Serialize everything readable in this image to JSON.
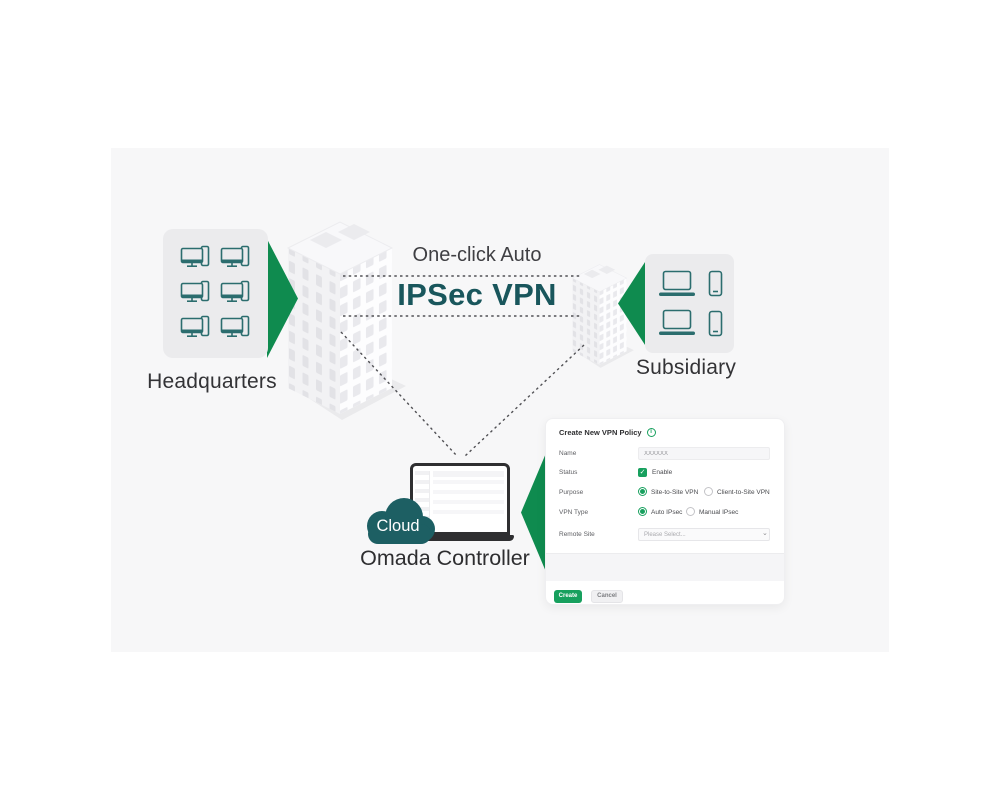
{
  "colors": {
    "brand_green": "#0f8b4f",
    "accent_green": "#17a05e",
    "teal": "#19565c",
    "canvas_bg": "#f7f7f8"
  },
  "diagram": {
    "headquarters": {
      "label": "Headquarters"
    },
    "subsidiary": {
      "label": "Subsidiary"
    },
    "link": {
      "title": "One-click Auto",
      "subtitle": "IPSec VPN"
    },
    "controller": {
      "badge": "Cloud",
      "label": "Omada Controller"
    }
  },
  "form": {
    "title": "Create New VPN Policy",
    "fields": [
      {
        "label": "Name",
        "type": "input",
        "value": "XXXXXX"
      },
      {
        "label": "Status",
        "type": "checkbox",
        "option": "Enable",
        "checked": true
      },
      {
        "label": "Purpose",
        "type": "radio-group",
        "options": [
          {
            "label": "Site-to-Site VPN",
            "selected": true
          },
          {
            "label": "Client-to-Site VPN",
            "selected": false
          }
        ]
      },
      {
        "label": "VPN Type",
        "type": "radio-group",
        "options": [
          {
            "label": "Auto IPsec",
            "selected": true
          },
          {
            "label": "Manual IPsec",
            "selected": false
          }
        ]
      },
      {
        "label": "Remote Site",
        "type": "select",
        "value": "Please Select..."
      }
    ],
    "buttons": {
      "create": "Create",
      "cancel": "Cancel"
    }
  },
  "icons": {
    "info": "i",
    "check": "✓",
    "chevron_down": "⌄"
  }
}
